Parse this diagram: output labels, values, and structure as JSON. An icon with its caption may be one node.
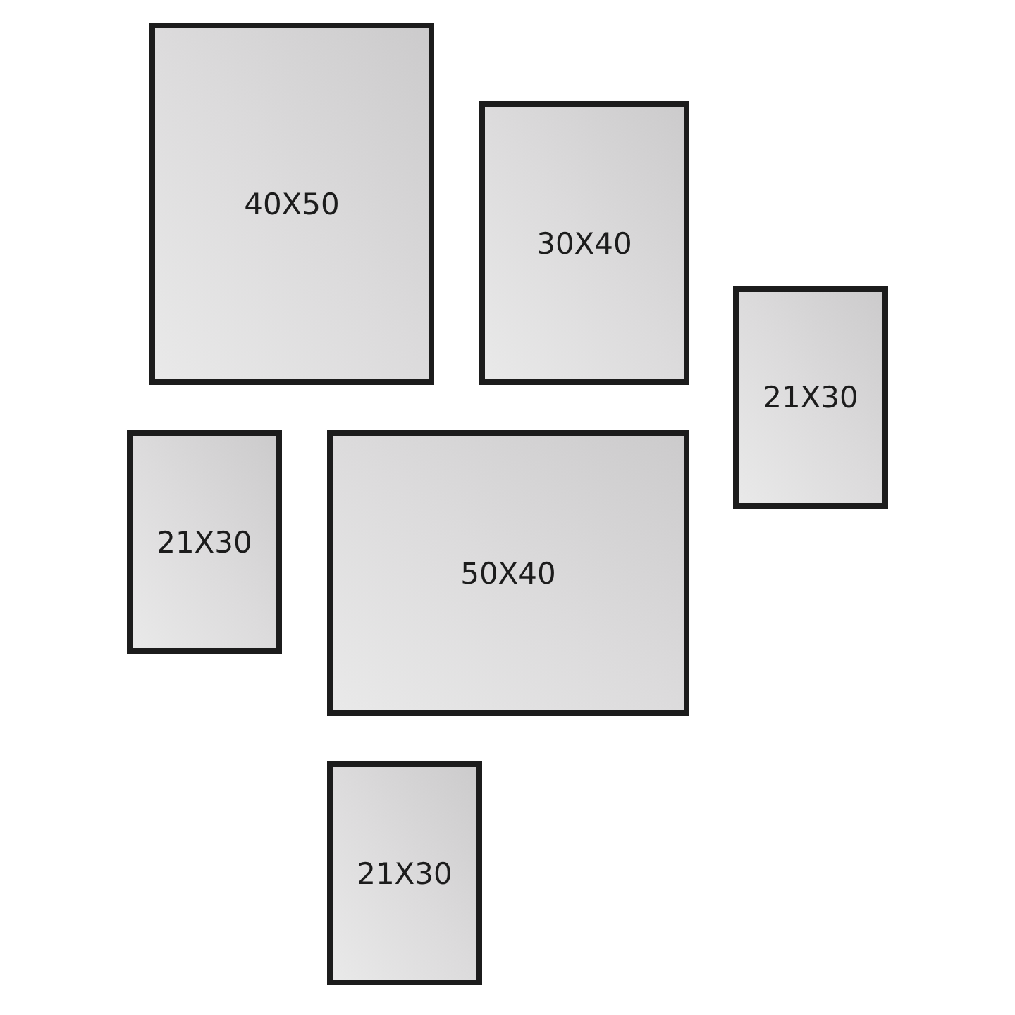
{
  "diagram": {
    "nodes": [
      {
        "text": [
          "40X50"
        ]
      },
      {
        "text": [
          "30X40"
        ]
      },
      {
        "text": [
          "21X30"
        ]
      },
      {
        "text": [
          "21X30"
        ]
      },
      {
        "text": [
          "50X40"
        ]
      },
      {
        "text": [
          "21X30"
        ]
      }
    ]
  }
}
